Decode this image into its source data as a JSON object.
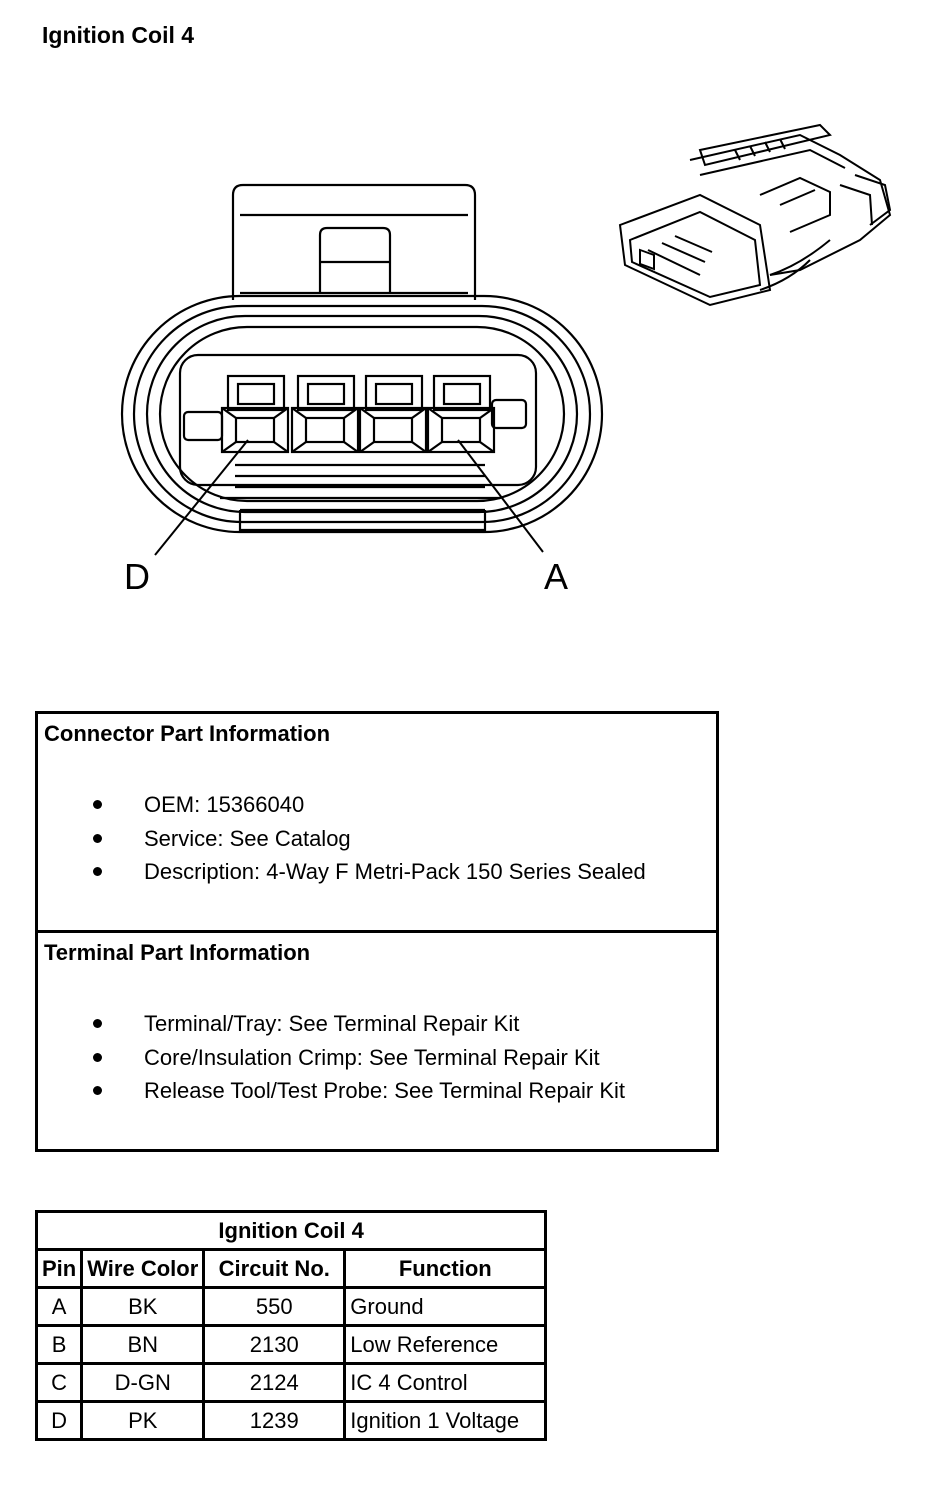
{
  "page_title": "Ignition Coil 4",
  "diagram": {
    "pin_label_left": "D",
    "pin_label_right": "A"
  },
  "connector_info": {
    "heading": "Connector Part Information",
    "items": [
      "OEM: 15366040",
      "Service: See Catalog",
      "Description: 4-Way F Metri-Pack 150 Series Sealed"
    ]
  },
  "terminal_info": {
    "heading": "Terminal Part Information",
    "items": [
      "Terminal/Tray: See Terminal Repair Kit",
      "Core/Insulation Crimp: See Terminal Repair Kit",
      "Release Tool/Test Probe: See Terminal Repair Kit"
    ]
  },
  "pin_table": {
    "title": "Ignition Coil 4",
    "headers": [
      "Pin",
      "Wire Color",
      "Circuit No.",
      "Function"
    ],
    "rows": [
      [
        "A",
        "BK",
        "550",
        "Ground"
      ],
      [
        "B",
        "BN",
        "2130",
        "Low Reference"
      ],
      [
        "C",
        "D-GN",
        "2124",
        "IC 4 Control"
      ],
      [
        "D",
        "PK",
        "1239",
        "Ignition 1 Voltage"
      ]
    ]
  }
}
